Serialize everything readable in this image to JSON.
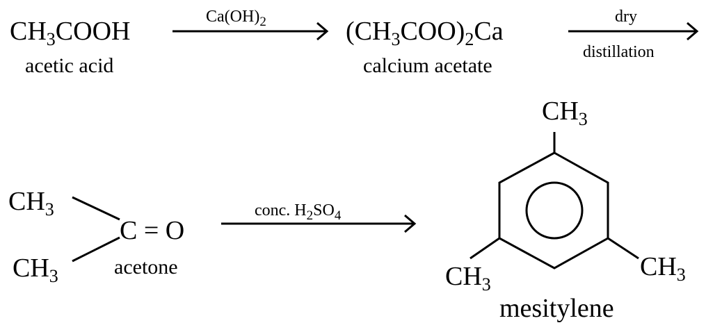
{
  "reaction1": {
    "reactant": {
      "main": "CH",
      "sub": "3",
      "rest": "COOH",
      "name": "acetic acid"
    },
    "reagent": {
      "main": "Ca(OH)",
      "sub": "2"
    },
    "product": {
      "open": "(CH",
      "sub1": "3",
      "mid": "COO)",
      "sub2": "2",
      "end": "Ca",
      "name": "calcium acetate"
    }
  },
  "reaction2": {
    "reagent_top": "dry",
    "reagent_bottom": "distillation"
  },
  "reaction3": {
    "reactant": {
      "methyl_top": {
        "main": "CH",
        "sub": "3"
      },
      "methyl_bottom": {
        "main": "CH",
        "sub": "3"
      },
      "carbonyl": "C = O",
      "name": "acetone"
    },
    "reagent": {
      "prefix": "conc. H",
      "sub1": "2",
      "mid": "SO",
      "sub2": "4"
    },
    "product": {
      "methyl_top": {
        "main": "CH",
        "sub": "3"
      },
      "methyl_left": {
        "main": "CH",
        "sub": "3"
      },
      "methyl_right": {
        "main": "CH",
        "sub": "3"
      },
      "name": "mesitylene"
    }
  }
}
